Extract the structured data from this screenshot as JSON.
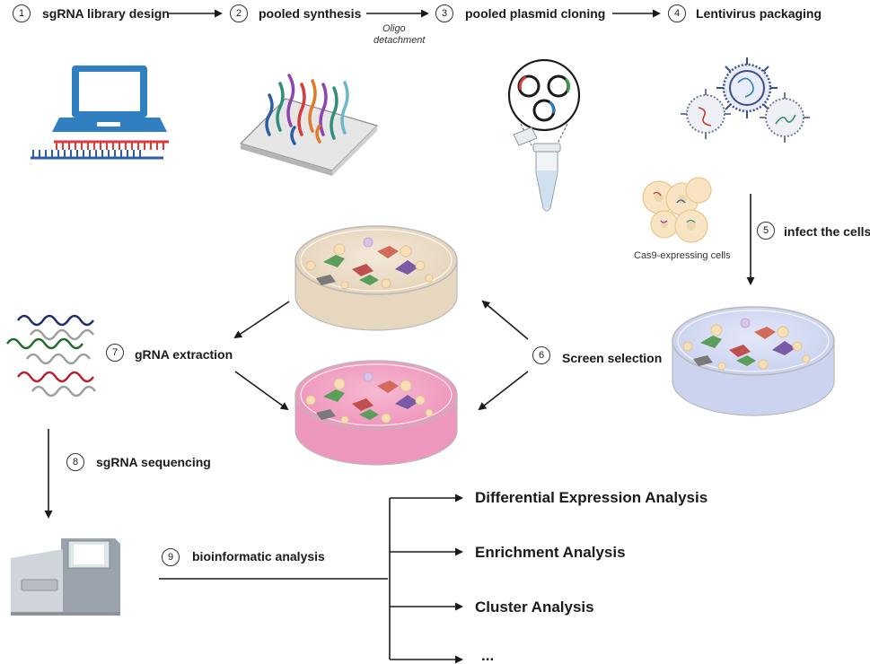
{
  "steps": [
    {
      "num": "1",
      "label": "sgRNA library design"
    },
    {
      "num": "2",
      "label": "pooled synthesis"
    },
    {
      "num": "3",
      "label": "pooled plasmid cloning"
    },
    {
      "num": "4",
      "label": "Lentivirus packaging"
    },
    {
      "num": "5",
      "label": "infect the cells"
    },
    {
      "num": "6",
      "label": "Screen selection"
    },
    {
      "num": "7",
      "label": "gRNA extraction"
    },
    {
      "num": "8",
      "label": "sgRNA sequencing"
    },
    {
      "num": "9",
      "label": "bioinformatic analysis"
    }
  ],
  "annotations": {
    "oligo_line1": "Oligo",
    "oligo_line2": "detachment",
    "cas9_cells": "Cas9-expressing cells"
  },
  "analyses": [
    "Differential Expression Analysis",
    "Enrichment Analysis",
    "Cluster Analysis",
    "..."
  ],
  "colors": {
    "arrow": "#1a1a1a",
    "laptop": "#2f7fc1",
    "dna_red": "#d93a3a",
    "dna_blue": "#2b5ea7",
    "dish_beige": "#efe2cf",
    "dish_pink": "#f2a6c6",
    "dish_blue": "#d5dbf1"
  },
  "icons": [
    "laptop-icon",
    "dna-icon",
    "oligo-slide-icon",
    "plasmid-icon",
    "tube-icon",
    "virus-icon",
    "cell-icon",
    "petri-dish-icon",
    "rna-strand-icon",
    "sequencer-icon"
  ]
}
